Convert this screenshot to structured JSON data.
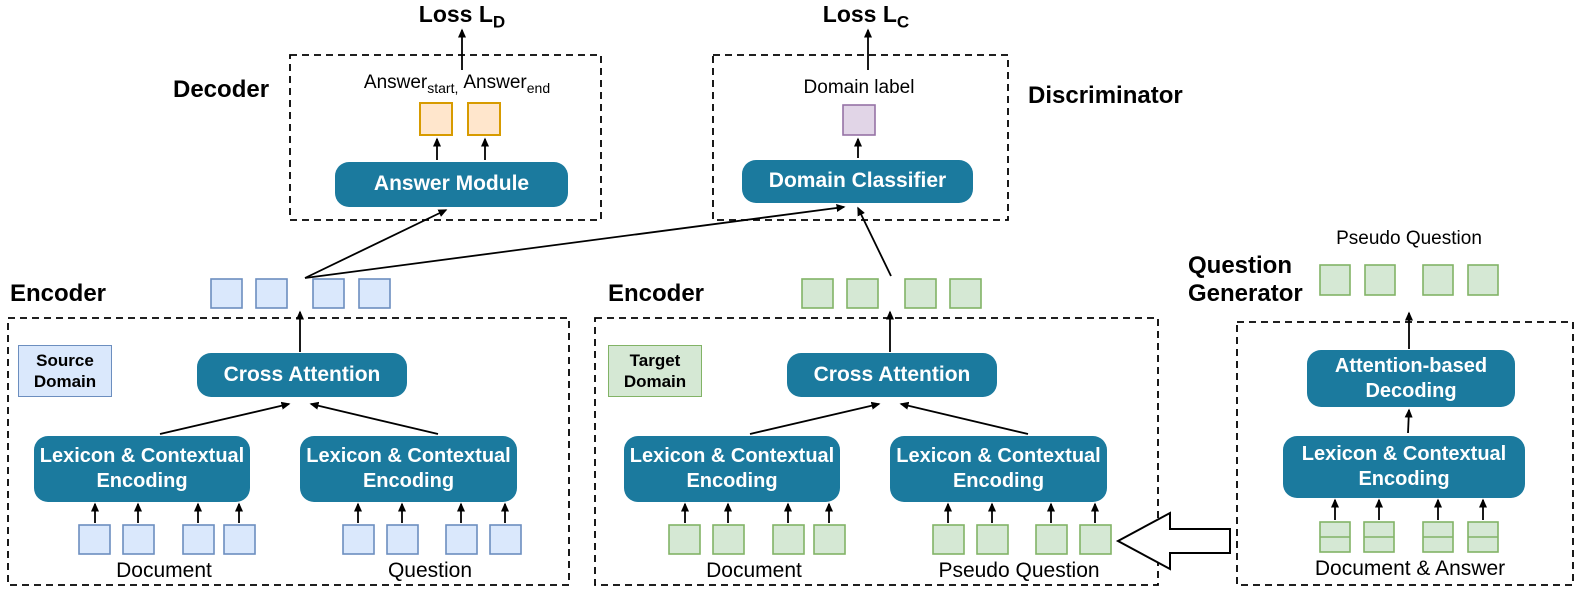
{
  "colors": {
    "teal": "#1b7a9e",
    "teal_text": "#ffffff",
    "blue_fill": "#dae8fc",
    "blue_border": "#6c8ebf",
    "green_fill": "#d5e8d4",
    "green_border": "#82b366",
    "orange_fill": "#ffe6cc",
    "orange_border": "#d79b00",
    "purple_fill": "#e1d5e7",
    "purple_border": "#9673a6",
    "line": "#000000"
  },
  "decoder": {
    "label": "Decoder",
    "loss_prefix": "Loss L",
    "loss_sub": "D",
    "answer1": "Answer",
    "answer1_sub": "start,",
    "answer2": "Answer",
    "answer2_sub": "end",
    "module": "Answer Module"
  },
  "discriminator": {
    "label": "Discriminator",
    "loss_prefix": "Loss L",
    "loss_sub": "C",
    "output_label": "Domain label",
    "module": "Domain Classifier"
  },
  "source_encoder": {
    "label": "Encoder",
    "badge_line1": "Source",
    "badge_line2": "Domain",
    "cross_attention": "Cross Attention",
    "lexicon_line1": "Lexicon & Contextual",
    "lexicon_line2": "Encoding",
    "input1": "Document",
    "input2": "Question"
  },
  "target_encoder": {
    "label": "Encoder",
    "badge_line1": "Target",
    "badge_line2": "Domain",
    "cross_attention": "Cross Attention",
    "lexicon_line1": "Lexicon & Contextual",
    "lexicon_line2": "Encoding",
    "input1": "Document",
    "input2": "Pseudo Question"
  },
  "question_generator": {
    "label_line1": "Question",
    "label_line2": "Generator",
    "output_label": "Pseudo Question",
    "decoding_line1": "Attention-based",
    "decoding_line2": "Decoding",
    "lexicon_line1": "Lexicon & Contextual",
    "lexicon_line2": "Encoding",
    "input": "Document & Answer"
  }
}
